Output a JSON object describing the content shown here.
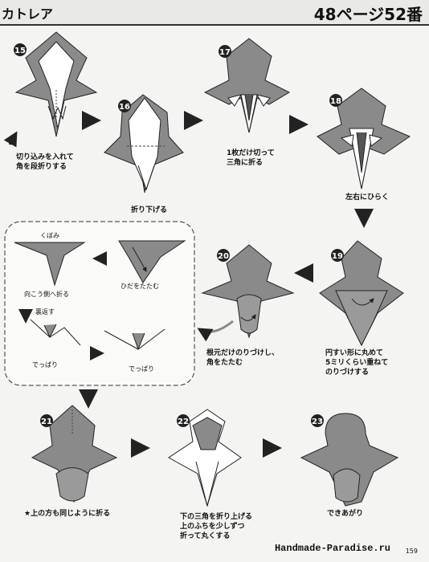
{
  "header": {
    "title": "カトレア",
    "page_ref": "48ページ52番"
  },
  "steps": {
    "s15": {
      "num": "15",
      "caption": "切り込みを入れて\n角を段折りする"
    },
    "s16": {
      "num": "16",
      "caption": "折り下げる"
    },
    "s17": {
      "num": "17",
      "caption": "1枚だけ切って\n三角に折る"
    },
    "s18": {
      "num": "18",
      "caption": "左右にひらく"
    },
    "s19": {
      "num": "19",
      "caption": "円すい形に丸めて\n5ミリくらい重ねて\nのりづけする"
    },
    "s20": {
      "num": "20",
      "caption": "根元だけのりづけし、\n角をたたむ"
    },
    "s21": {
      "num": "21",
      "caption": "★上の方も同じように折る"
    },
    "s22": {
      "num": "22",
      "caption": "下の三角を折り上げる\n上のふちを少しずつ\n折って丸くする"
    },
    "s23": {
      "num": "23",
      "caption": "できあがり"
    }
  },
  "detail": {
    "kubomi": "くぼみ",
    "fold_back": "向こう側へ折る",
    "fold_pleat": "ひだをたたむ",
    "turn_over": "裏返す",
    "protrude_1": "でっぱり",
    "protrude_2": "でっぱり"
  },
  "footer": {
    "site": "Handmade-Paradise.ru",
    "page_number": "159"
  }
}
